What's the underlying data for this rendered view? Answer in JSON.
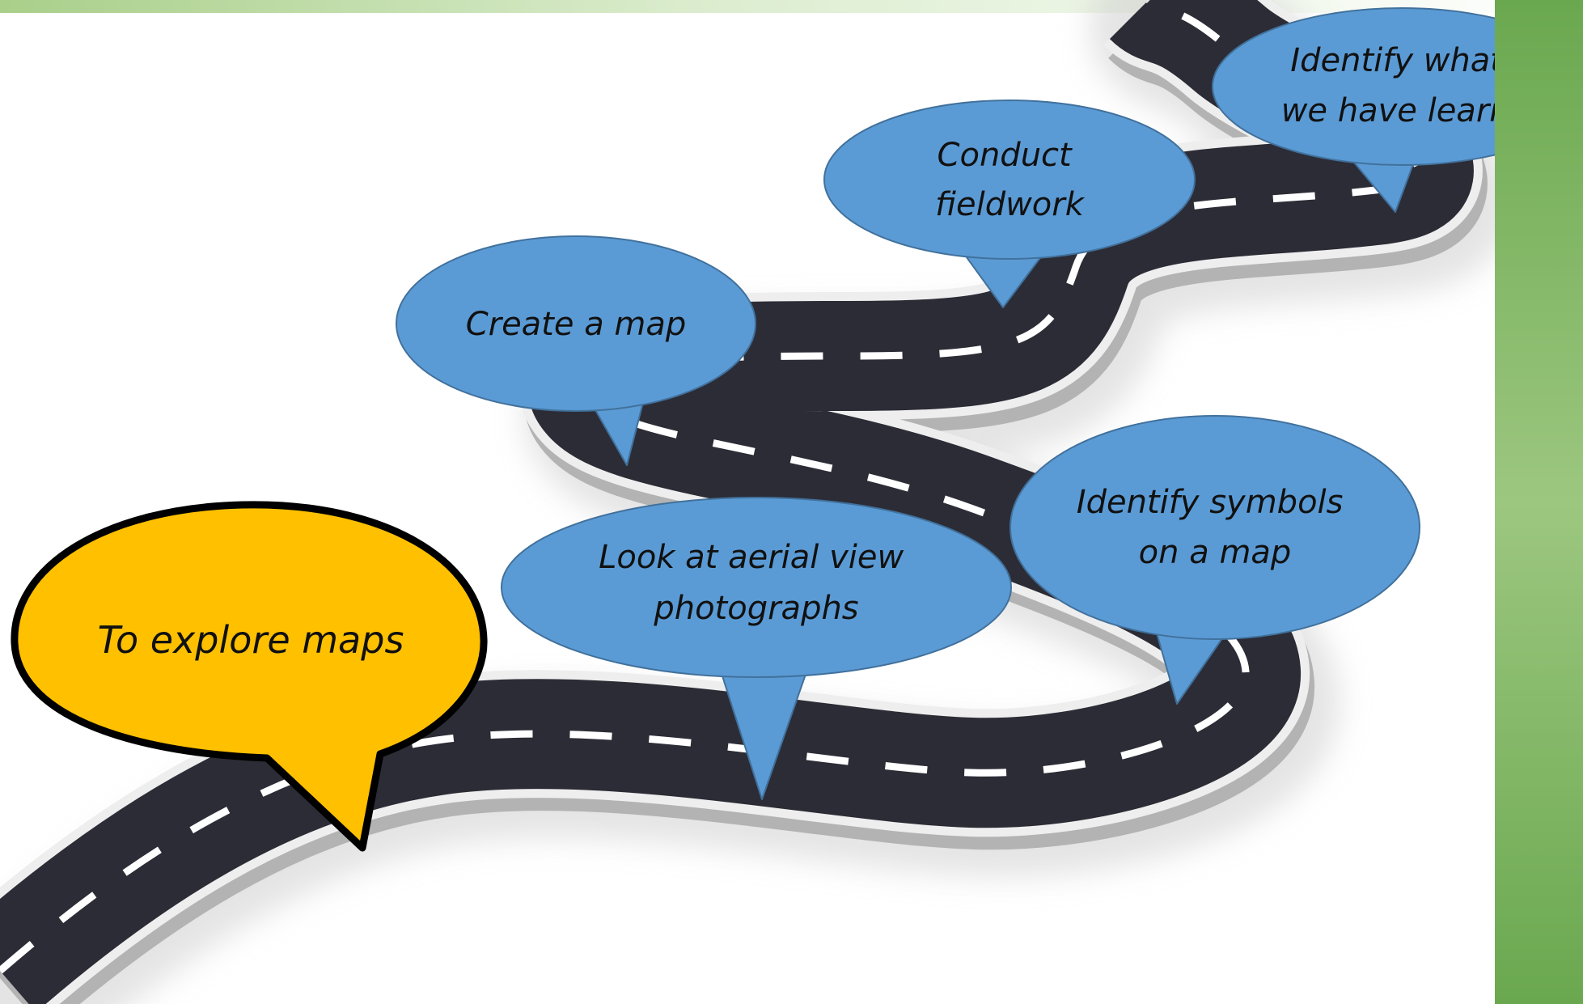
{
  "colors": {
    "road": "#2c2c36",
    "road_edge": "#e6e6e6",
    "road_shadow": "#b9b9b9",
    "dash": "#ffffff",
    "step_fill": "#5b9bd5",
    "step_stroke": "#41719c",
    "goal_fill": "#ffc000",
    "goal_stroke": "#000000",
    "sidebar": "#70ad47"
  },
  "goal": {
    "icon": "speech-bubble-icon",
    "lines": [
      "To explore maps"
    ]
  },
  "steps": [
    {
      "id": "aerial",
      "lines": [
        "Look at aerial view",
        "photographs"
      ]
    },
    {
      "id": "symbols",
      "lines": [
        "Identify symbols",
        "on a map"
      ]
    },
    {
      "id": "create-map",
      "lines": [
        "Create a map"
      ]
    },
    {
      "id": "fieldwork",
      "lines": [
        "Conduct",
        "fieldwork"
      ]
    },
    {
      "id": "learnt",
      "lines": [
        "Identify what",
        "we have learnt"
      ]
    }
  ]
}
